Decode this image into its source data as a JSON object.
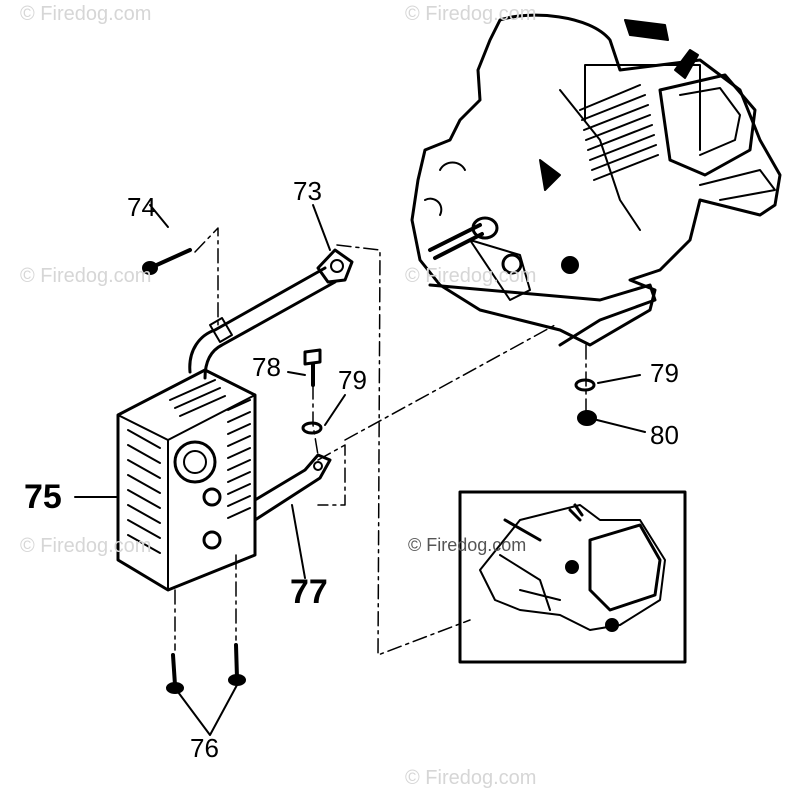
{
  "callouts": {
    "c73": "73",
    "c74": "74",
    "c75": "75",
    "c76": "76",
    "c77": "77",
    "c78": "78",
    "c79a": "79",
    "c79b": "79",
    "c80": "80"
  },
  "watermarks": {
    "w1": "© Firedog.com",
    "w2": "© Firedog.com",
    "w3": "© Firedog.com",
    "w4": "© Firedog.com",
    "w5": "© Firedog.com",
    "w6": "© Firedog.com",
    "w7": "© Firedog.com"
  },
  "colors": {
    "ink": "#000000",
    "watermark": "#d6d6d6",
    "background": "#ffffff"
  }
}
